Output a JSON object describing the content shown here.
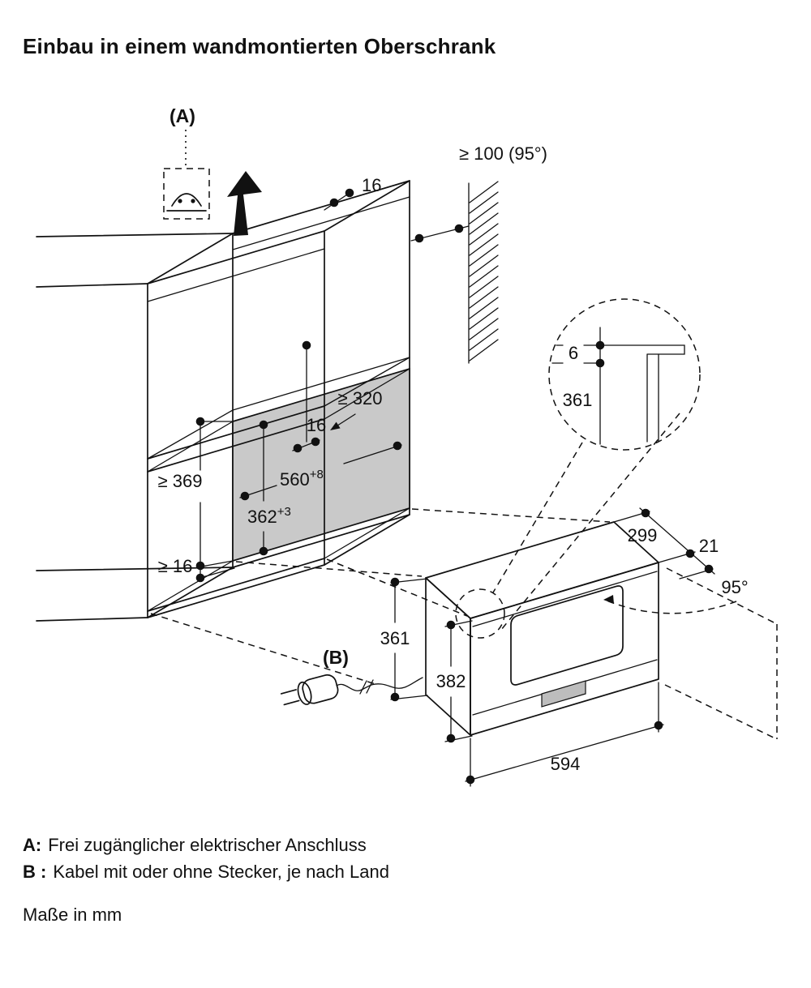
{
  "title": "Einbau in einem wandmontierten Oberschrank",
  "callouts": {
    "a": "(A)",
    "b": "(B)"
  },
  "dims": {
    "top_gap": "16",
    "wall": "≥ 100 (95°)",
    "depth": "≥ 320",
    "rail": "16",
    "width_main": "560",
    "width_sup": "+8",
    "height_main": "362",
    "height_sup": "+3",
    "left_clear": "≥ 369",
    "bottom_clear": "≥ 16",
    "detail_gap": "6",
    "detail_height": "361",
    "oven_depth": "299",
    "overhang": "21",
    "door_angle": "95°",
    "oven_body_height": "361",
    "oven_front_height": "382",
    "oven_width": "594"
  },
  "legend": {
    "a_key": "A:",
    "a_text": "Frei zugänglicher elektrischer Anschluss",
    "b_key": "B :",
    "b_text": "Kabel mit oder ohne Stecker, je nach Land",
    "units": "Maße in mm"
  }
}
